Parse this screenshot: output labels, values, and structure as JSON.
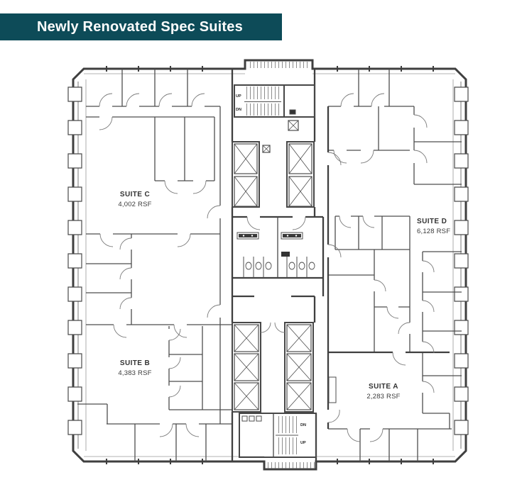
{
  "header": {
    "title": "Newly Renovated Spec Suites",
    "background_color": "#0d4b58",
    "text_color": "#fdfdfd"
  },
  "floor_plan": {
    "wall_color": "#4a4a4a",
    "suites": [
      {
        "id": "suite-c",
        "name": "SUITE C",
        "area": "4,002 RSF"
      },
      {
        "id": "suite-d",
        "name": "SUITE D",
        "area": "6,128 RSF"
      },
      {
        "id": "suite-b",
        "name": "SUITE B",
        "area": "4,383 RSF"
      },
      {
        "id": "suite-a",
        "name": "SUITE A",
        "area": "2,283 RSF"
      }
    ],
    "stairs": [
      {
        "id": "stair-top",
        "labels": [
          "UP",
          "DN"
        ]
      },
      {
        "id": "stair-bottom",
        "labels": [
          "DN",
          "UP"
        ]
      }
    ]
  }
}
